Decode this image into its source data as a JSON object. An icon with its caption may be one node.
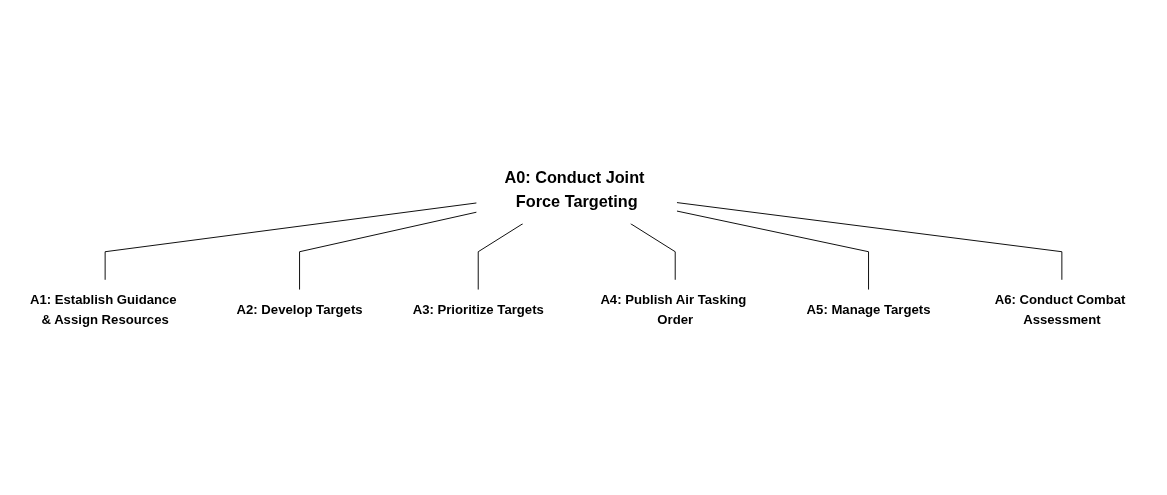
{
  "diagram": {
    "nodes": [
      {
        "text": [
          "A0: Conduct Joint Force Targeting"
        ]
      },
      {
        "text": [
          "A1: Establish Guidance & Assign Resources"
        ]
      },
      {
        "text": [
          "A2: Develop Targets"
        ]
      },
      {
        "text": [
          "A3: Prioritize Targets"
        ]
      },
      {
        "text": [
          "A4: Publish Air Tasking Order"
        ]
      },
      {
        "text": [
          "A5: Manage Targets"
        ]
      },
      {
        "text": [
          "A6: Conduct Combat Assessment"
        ]
      }
    ],
    "edges": [
      {
        "from": 0,
        "to": 1,
        "arrow": "none"
      },
      {
        "from": 0,
        "to": 2,
        "arrow": "none"
      },
      {
        "from": 0,
        "to": 3,
        "arrow": "none"
      },
      {
        "from": 0,
        "to": 4,
        "arrow": "none"
      },
      {
        "from": 0,
        "to": 5,
        "arrow": "none"
      },
      {
        "from": 0,
        "to": 6,
        "arrow": "none"
      }
    ]
  }
}
